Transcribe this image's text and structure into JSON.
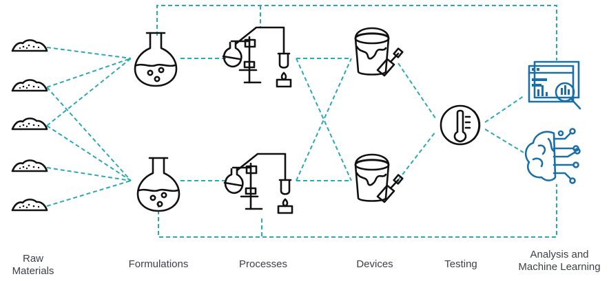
{
  "stages": {
    "raw_materials": "Raw\nMaterials",
    "formulations": "Formulations",
    "processes": "Processes",
    "devices": "Devices",
    "testing": "Testing",
    "analysis": "Analysis and\nMachine Learning"
  },
  "icons": {
    "raw_material": "powder-pile-icon",
    "formulation": "flask-icon",
    "process": "lab-apparatus-icon",
    "device": "paint-bucket-icon",
    "testing": "thermometer-icon",
    "analysis": "data-analysis-icon",
    "ml": "ai-brain-icon"
  },
  "colors": {
    "connector": "#2aa9b5",
    "ink": "#111111",
    "accent": "#1a6fa6",
    "label": "#3a3f4a"
  }
}
